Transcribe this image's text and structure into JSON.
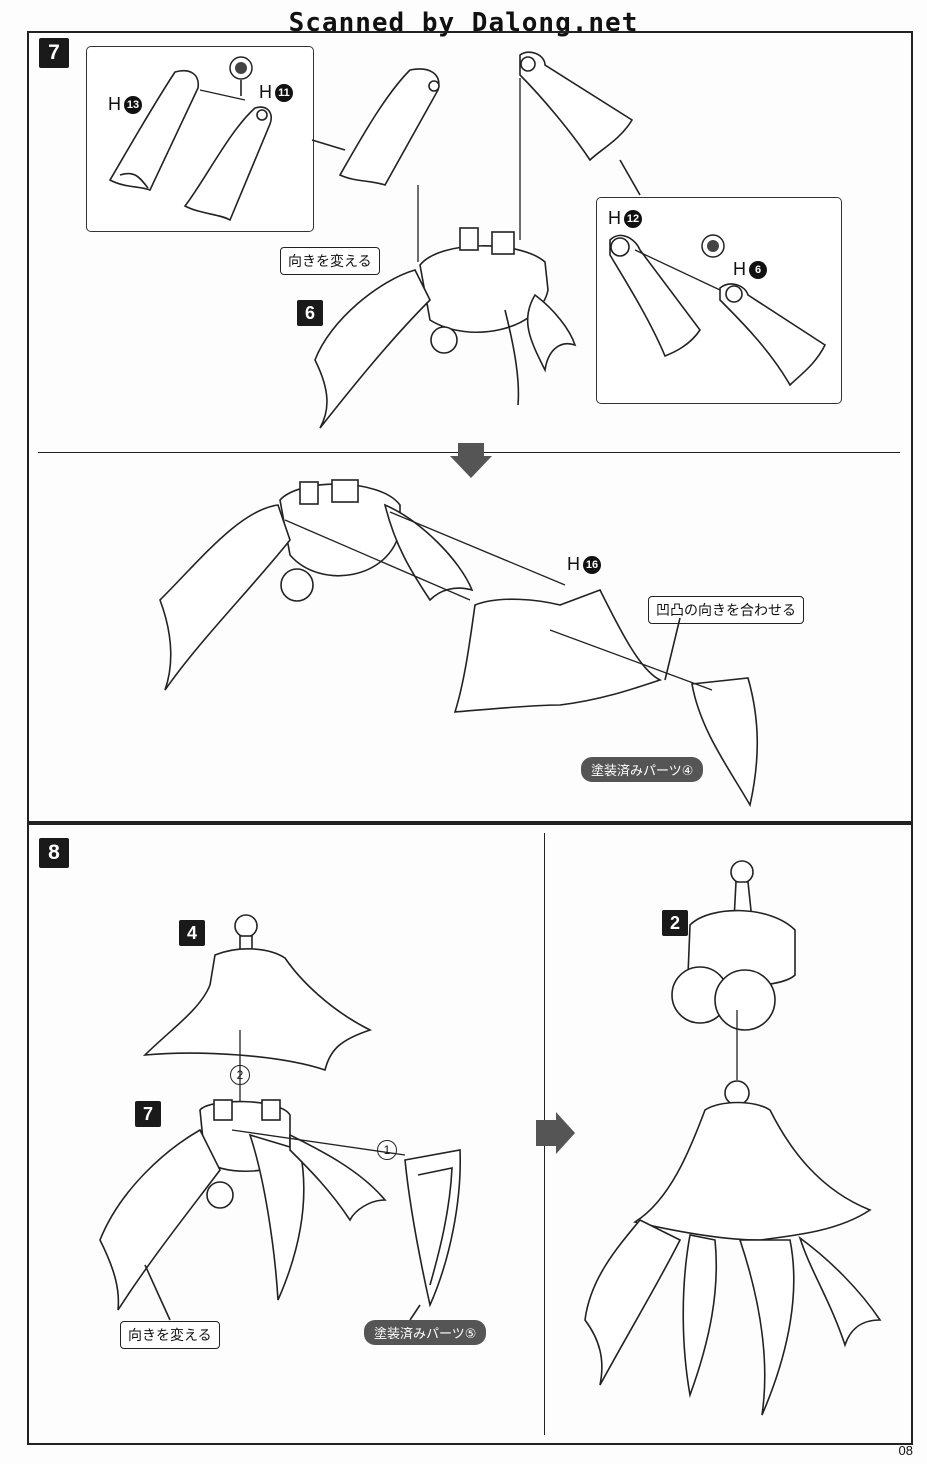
{
  "watermark": "Scanned by Dalong.net",
  "page_number": "08",
  "steps": {
    "step7": {
      "number": "7",
      "part_6_label": "6",
      "inset_left": {
        "h13_letter": "H",
        "h13_num": "13",
        "h11_letter": "H",
        "h11_num": "11"
      },
      "inset_right": {
        "h12_letter": "H",
        "h12_num": "12",
        "h6_letter": "H",
        "h6_num": "6"
      },
      "callout_turn": "向きを変える",
      "h16_letter": "H",
      "h16_num": "16",
      "callout_align": "凹凸の向きを合わせる",
      "painted_part": "塗装済みパーツ④"
    },
    "step8": {
      "number": "8",
      "part_4_label": "4",
      "part_7_label": "7",
      "part_2_label": "2",
      "order_1": "1",
      "order_2": "2",
      "callout_turn": "向きを変える",
      "painted_part": "塗装済みパーツ⑤"
    }
  },
  "icons": {
    "glue_icon": "cement-drop-icon",
    "arrow_down": "down-arrow-icon",
    "arrow_right": "right-arrow-icon"
  },
  "colors": {
    "line": "#222222",
    "badge": "#1a1a1a",
    "pill": "#555555"
  }
}
